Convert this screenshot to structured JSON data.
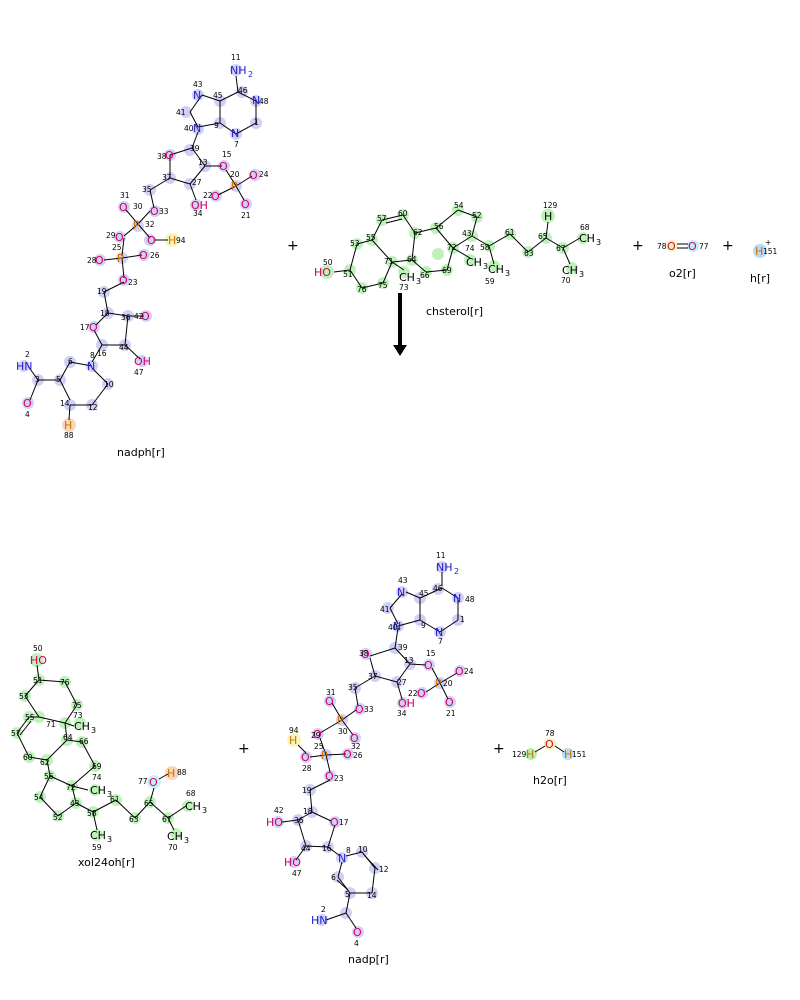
{
  "colors": {
    "blue": "#c8c8f5",
    "green": "#b5f0b0",
    "yellow": "#f5f5b0",
    "peach": "#f7cfb0",
    "cyan": "#bfeef7",
    "light_blue": "#b8dcf7",
    "N": "#2020d0",
    "O": "#d00060",
    "P": "#d07000",
    "C": "#000000"
  },
  "reaction": {
    "plus": "+",
    "reactant_captions": [
      "nadph[r]",
      "chsterol[r]",
      "o2[r]",
      "h[r]"
    ],
    "product_captions": [
      "xol24oh[r]",
      "nadp[r]",
      "h2o[r]"
    ]
  },
  "o2": {
    "atoms": [
      {
        "label": "O",
        "index": "78"
      },
      {
        "label": "O",
        "index": "77"
      }
    ]
  },
  "h": {
    "label": "H",
    "index": "151",
    "charge": "+"
  },
  "h2o": {
    "atoms": [
      {
        "label": "H",
        "index": "129"
      },
      {
        "label": "O",
        "index": "78"
      },
      {
        "label": "H",
        "index": "151"
      }
    ]
  }
}
